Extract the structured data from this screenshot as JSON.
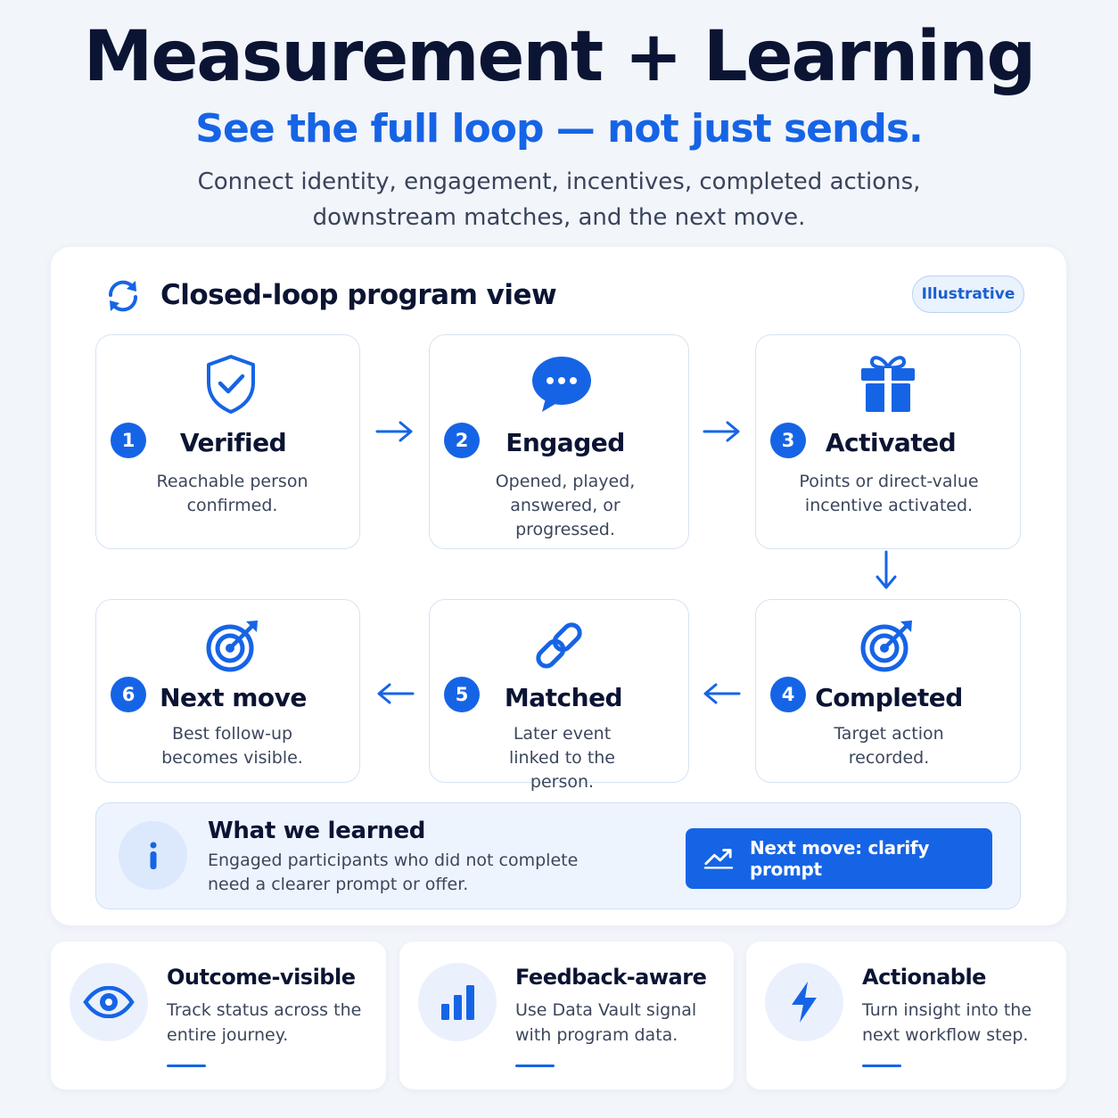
{
  "header": {
    "title": "Measurement + Learning",
    "subtitle": "See the full loop — not just sends.",
    "description": "Connect identity, engagement, incentives, completed actions, downstream matches, and the next move."
  },
  "panel": {
    "title": "Closed-loop program view",
    "badge": "Illustrative",
    "steps": [
      {
        "number": "1",
        "title": "Verified",
        "description": "Reachable person confirmed.",
        "icon": "shield-check-icon"
      },
      {
        "number": "2",
        "title": "Engaged",
        "description": "Opened, played, answered, or progressed.",
        "icon": "chat-bubble-icon"
      },
      {
        "number": "3",
        "title": "Activated",
        "description": "Points or direct-value incentive activated.",
        "icon": "gift-icon"
      },
      {
        "number": "4",
        "title": "Completed",
        "description": "Target action recorded.",
        "icon": "target-icon"
      },
      {
        "number": "5",
        "title": "Matched",
        "description": "Later event linked to the person.",
        "icon": "link-icon"
      },
      {
        "number": "6",
        "title": "Next move",
        "description": "Best follow-up becomes visible.",
        "icon": "target-icon"
      }
    ],
    "learned": {
      "title": "What we learned",
      "description": "Engaged participants who did not complete need a clearer prompt or offer.",
      "button": "Next move: clarify prompt"
    }
  },
  "features": [
    {
      "title": "Outcome-visible",
      "description": "Track status across the entire journey.",
      "icon": "eye-icon"
    },
    {
      "title": "Feedback-aware",
      "description": "Use Data Vault signal with program data.",
      "icon": "bar-chart-icon"
    },
    {
      "title": "Actionable",
      "description": "Turn insight into the next workflow step.",
      "icon": "lightning-icon"
    }
  ],
  "colors": {
    "accent": "#1664e6",
    "heading": "#0b1433",
    "text": "#3c465c"
  }
}
